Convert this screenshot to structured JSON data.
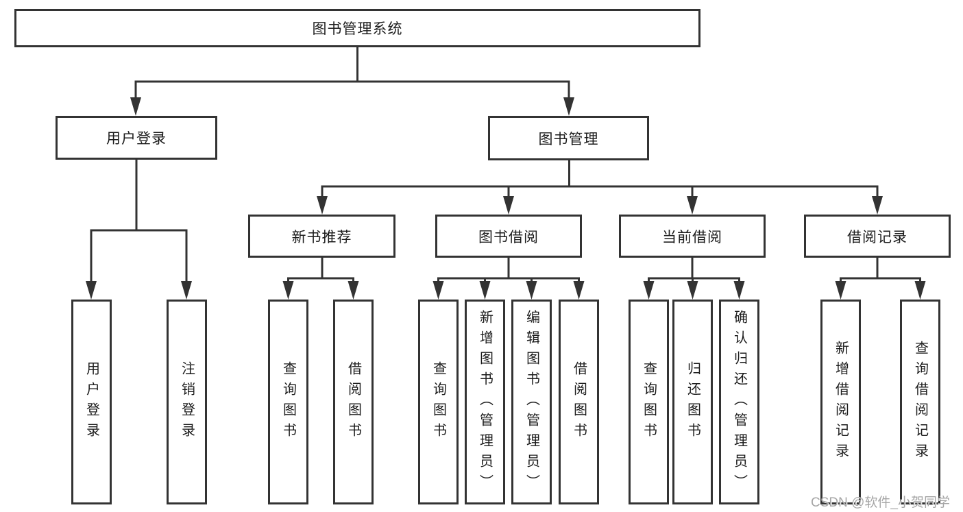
{
  "diagram": {
    "title": "图书管理系统",
    "level2": {
      "user_login": "用户登录",
      "book_mgmt": "图书管理"
    },
    "level3": {
      "new_books": "新书推荐",
      "book_borrow": "图书借阅",
      "current_borrow": "当前借阅",
      "borrow_records": "借阅记录"
    },
    "leaves": {
      "login_user": "用户登录",
      "login_logout": "注销登录",
      "new_query": "查询图书",
      "new_borrow": "借阅图书",
      "borrow_query": "查询图书",
      "borrow_add": "新增图书（管理员）",
      "borrow_edit": "编辑图书（管理员）",
      "borrow_borrow": "借阅图书",
      "cur_query": "查询图书",
      "cur_return": "归还图书",
      "cur_confirm": "确认归还（管理员）",
      "rec_add": "新增借阅记录",
      "rec_query": "查询借阅记录"
    },
    "colors": {
      "line": "#333333",
      "text": "#1c1c1c",
      "background": "#ffffff",
      "watermark": "#a6a6a6"
    },
    "watermark": "CSDN @软件_小贺同学"
  }
}
